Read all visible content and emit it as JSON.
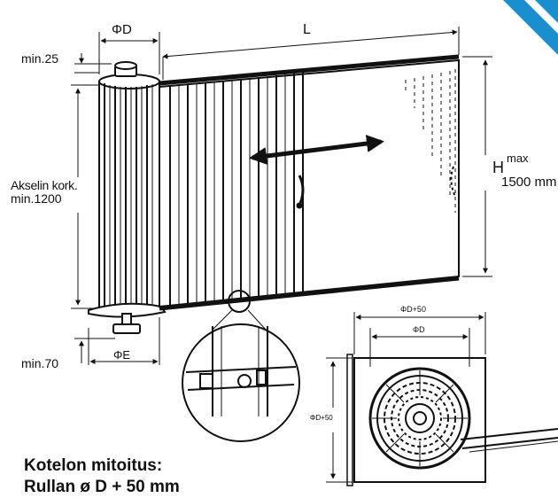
{
  "labels": {
    "phi_d": "ΦD",
    "length": "L",
    "min_25": "min.25",
    "axle_height_line1": "Akselin kork.",
    "axle_height_line2": "min.1200",
    "height": "H",
    "height_max": "max",
    "height_value": "1500 mm",
    "min_70": "min.70",
    "phi_e": "ΦE",
    "box_outer_width": "ΦD+50",
    "box_inner": "ΦD",
    "box_side": "ΦD+50"
  },
  "caption": {
    "line1": "Kotelon mitoitus:",
    "line2": "Rullan ø D + 50 mm"
  },
  "colors": {
    "ink": "#111111",
    "accent": "#1a8fd0"
  }
}
